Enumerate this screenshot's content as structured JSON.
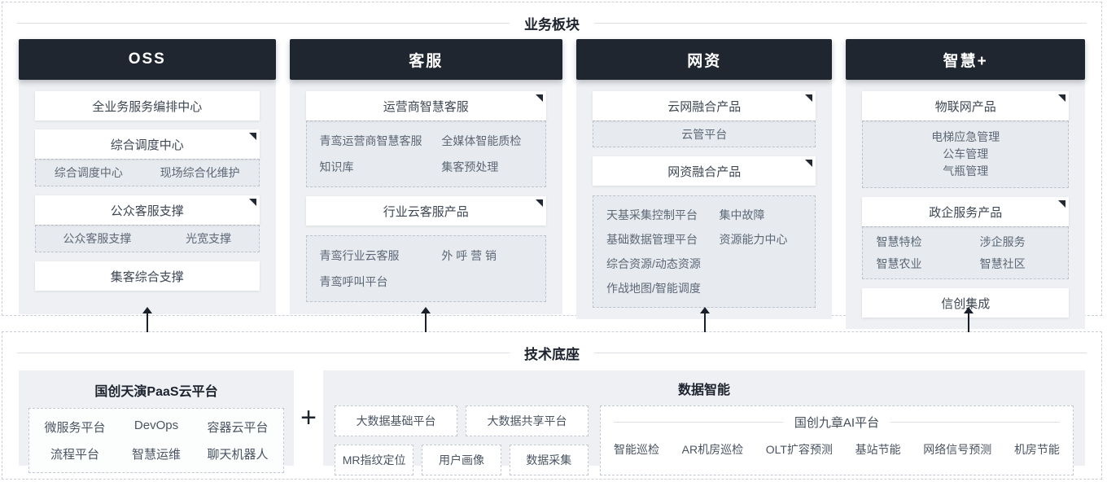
{
  "business": {
    "title": "业务板块",
    "columns": [
      {
        "header": "OSS",
        "groups": [
          {
            "card": "全业务服务编排中心"
          },
          {
            "card": "综合调度中心",
            "sub": {
              "items": [
                "综合调度中心",
                "现场综合化维护"
              ]
            }
          },
          {
            "card": "公众客服支撑",
            "sub": {
              "items": [
                "公众客服支撑",
                "光宽支撑"
              ]
            }
          },
          {
            "card": "集客综合支撑"
          }
        ]
      },
      {
        "header": "客服",
        "groups": [
          {
            "card": "运营商智慧客服",
            "sub": {
              "items": [
                "青鸾运营商智慧客服",
                "全媒体智能质检",
                "知识库",
                "集客预处理"
              ]
            }
          },
          {
            "card": "行业云客服产品",
            "sub": {
              "items": [
                "青鸾行业云客服",
                "外 呼 营 销",
                "青鸾呼叫平台"
              ]
            }
          }
        ]
      },
      {
        "header": "网资",
        "groups": [
          {
            "card": "云网融合产品",
            "sub": {
              "items": [
                "云管平台"
              ]
            }
          },
          {
            "card": "网资融合产品",
            "sub": {
              "items": [
                "天基采集控制平台",
                "集中故障",
                "基础数据管理平台",
                "资源能力中心",
                "综合资源/动态资源",
                "作战地图/智能调度"
              ]
            }
          }
        ]
      },
      {
        "header": "智慧+",
        "groups": [
          {
            "card": "物联网产品",
            "sub": {
              "items": [
                "电梯应急管理",
                "公车管理",
                "气瓶管理"
              ]
            }
          },
          {
            "card": "政企服务产品",
            "sub": {
              "items": [
                "智慧特检",
                "涉企服务",
                "智慧农业",
                "智慧社区"
              ]
            }
          },
          {
            "card": "信创集成"
          }
        ]
      }
    ]
  },
  "foundation": {
    "title": "技术底座",
    "paas": {
      "title": "国创天演PaaS云平台",
      "items": [
        "微服务平台",
        "DevOps",
        "容器云平台",
        "流程平台",
        "智慧运维",
        "聊天机器人"
      ]
    },
    "plus": "+",
    "data_intelligence": {
      "title": "数据智能",
      "row1": [
        "大数据基础平台",
        "大数据共享平台"
      ],
      "row2": [
        "MR指纹定位",
        "用户画像",
        "数据采集"
      ],
      "ai_platform": {
        "title": "国创九章AI平台",
        "items": [
          "智能巡检",
          "AR机房巡检",
          "OLT扩容预测",
          "基站节能",
          "网络信号预测",
          "机房节能"
        ]
      }
    }
  },
  "colors": {
    "header_bg": "#20262f",
    "panel_bg": "#eef0f3",
    "subbox_bg": "#e7eaee",
    "dashed_border": "#c3c9d2",
    "title_text": "#1d232e",
    "item_text": "#5d6877"
  }
}
